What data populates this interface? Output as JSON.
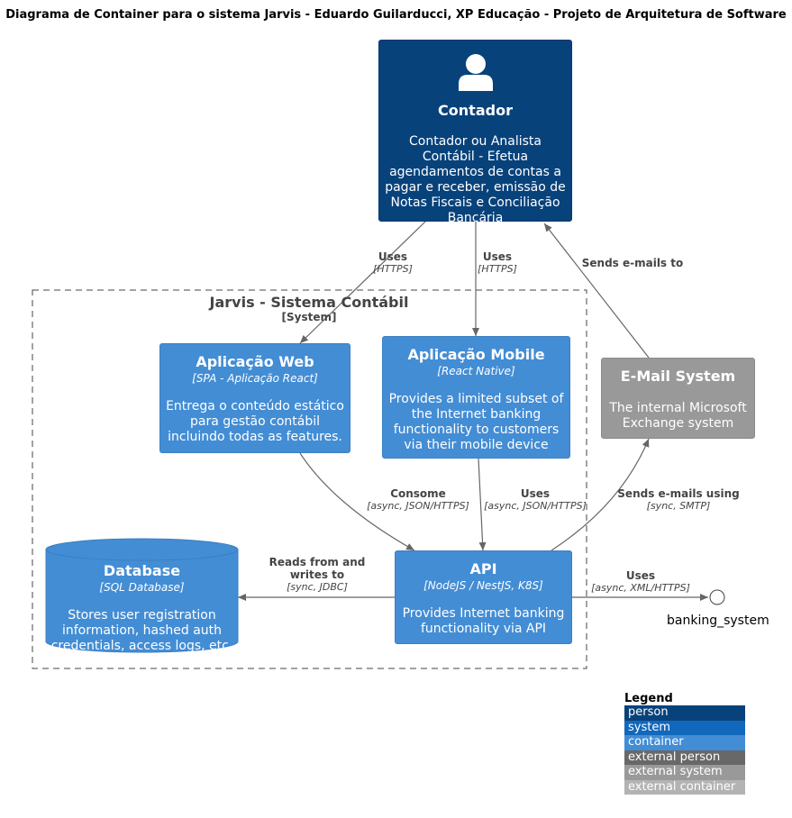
{
  "title": "Diagrama de Container para o sistema Jarvis - Eduardo Guilarducci, XP Educação - Projeto de Arquitetura de Software",
  "person": {
    "name": "Contador",
    "description": "Contador ou Analista Contábil - Efetua agendamentos de contas a pagar e receber, emissão de Notas Fiscais e Conciliação Bancária"
  },
  "boundary": {
    "name": "Jarvis - Sistema Contábil",
    "type": "[System]"
  },
  "containers": {
    "web": {
      "name": "Aplicação Web",
      "tech": "[SPA - Aplicação React]",
      "description": "Entrega o conteúdo estático para gestão contábil incluindo todas as features."
    },
    "mobile": {
      "name": "Aplicação Mobile",
      "tech": "[React Native]",
      "description": "Provides a limited subset of the Internet banking functionality to customers via their mobile device"
    },
    "api": {
      "name": "API",
      "tech": "[NodeJS / NestJS, K8S]",
      "description": "Provides Internet banking functionality via API"
    },
    "database": {
      "name": "Database",
      "tech": "[SQL Database]",
      "description": "Stores user registration information, hashed auth credentials, access logs, etc."
    }
  },
  "external": {
    "email": {
      "name": "E-Mail System",
      "description": "The internal Microsoft Exchange system"
    },
    "banking": {
      "name": "banking_system"
    }
  },
  "relations": {
    "person_web": {
      "label": "Uses",
      "tech": "[HTTPS]"
    },
    "person_mobile": {
      "label": "Uses",
      "tech": "[HTTPS]"
    },
    "email_person": {
      "label": "Sends e-mails to",
      "tech": ""
    },
    "web_api": {
      "label": "Consome",
      "tech": "[async, JSON/HTTPS]"
    },
    "mobile_api": {
      "label": "Uses",
      "tech": "[async, JSON/HTTPS]"
    },
    "api_email": {
      "label": "Sends e-mails using",
      "tech": "[sync, SMTP]"
    },
    "api_db": {
      "label": "Reads from and writes to",
      "tech": "[sync, JDBC]"
    },
    "api_banking": {
      "label": "Uses",
      "tech": "[async, XML/HTTPS]"
    }
  },
  "legend": {
    "title": "Legend",
    "items": [
      {
        "label": "person",
        "color": "#08427b"
      },
      {
        "label": "system",
        "color": "#1168bd"
      },
      {
        "label": "container",
        "color": "#438dd5"
      },
      {
        "label": "external person",
        "color": "#686868"
      },
      {
        "label": "external system",
        "color": "#999999"
      },
      {
        "label": "external container",
        "color": "#b3b3b3"
      }
    ]
  },
  "colors": {
    "person": "#08427b",
    "container": "#438dd5",
    "external_system": "#999999",
    "line": "#666666"
  }
}
